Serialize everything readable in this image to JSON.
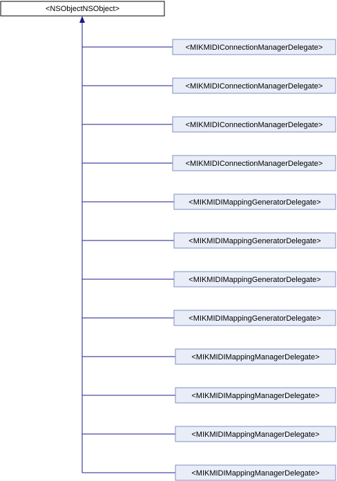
{
  "root": {
    "label": "<NSObjectNSObject>",
    "fill": "#ffffff",
    "border": "#000000"
  },
  "children": [
    {
      "label": "<MIKMIDIConnectionManagerDelegate>"
    },
    {
      "label": "<MIKMIDIConnectionManagerDelegate>"
    },
    {
      "label": "<MIKMIDIConnectionManagerDelegate>"
    },
    {
      "label": "<MIKMIDIConnectionManagerDelegate>"
    },
    {
      "label": "<MIKMIDIMappingGeneratorDelegate>"
    },
    {
      "label": "<MIKMIDIMappingGeneratorDelegate>"
    },
    {
      "label": "<MIKMIDIMappingGeneratorDelegate>"
    },
    {
      "label": "<MIKMIDIMappingGeneratorDelegate>"
    },
    {
      "label": "<MIKMIDIMappingManagerDelegate>"
    },
    {
      "label": "<MIKMIDIMappingManagerDelegate>"
    },
    {
      "label": "<MIKMIDIMappingManagerDelegate>"
    },
    {
      "label": "<MIKMIDIMappingManagerDelegate>"
    }
  ],
  "colors": {
    "edge": "#1a1a8c",
    "child_fill": "#e8edf8",
    "child_border": "#7f8fbf"
  }
}
